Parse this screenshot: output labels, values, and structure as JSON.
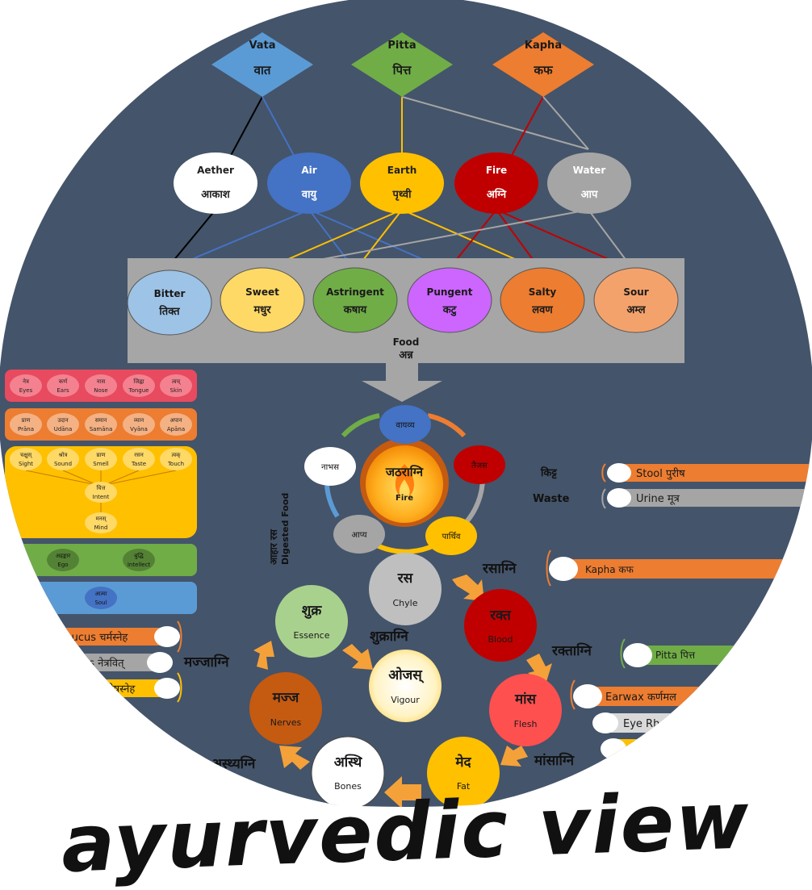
{
  "colors": {
    "background": "#44546a",
    "vata": "#5b9bd5",
    "pitta": "#70ad47",
    "kapha": "#ed7d31",
    "food_box": "#a6a6a6",
    "arrow_orange": "#f4a13a"
  },
  "doshas": [
    {
      "en": "Vata",
      "hi": "वात",
      "color": "#5b9bd5"
    },
    {
      "en": "Pitta",
      "hi": "पित्त",
      "color": "#70ad47"
    },
    {
      "en": "Kapha",
      "hi": "कफ",
      "color": "#ed7d31"
    }
  ],
  "elements": [
    {
      "en": "Aether",
      "hi": "आकाश",
      "color": "#ffffff",
      "text": "#222222"
    },
    {
      "en": "Air",
      "hi": "वायु",
      "color": "#4472c4",
      "text": "#ffffff"
    },
    {
      "en": "Earth",
      "hi": "पृथ्वी",
      "color": "#ffc000",
      "text": "#222222"
    },
    {
      "en": "Fire",
      "hi": "अग्नि",
      "color": "#c00000",
      "text": "#ffffff"
    },
    {
      "en": "Water",
      "hi": "आप",
      "color": "#a5a5a5",
      "text": "#ffffff"
    }
  ],
  "tastes": [
    {
      "en": "Bitter",
      "hi": "तिक्त",
      "color": "#9dc3e6"
    },
    {
      "en": "Sweet",
      "hi": "मधुर",
      "color": "#ffd966"
    },
    {
      "en": "Astringent",
      "hi": "कषाय",
      "color": "#70ad47"
    },
    {
      "en": "Pungent",
      "hi": "कटु",
      "color": "#cc66ff"
    },
    {
      "en": "Salty",
      "hi": "लवण",
      "color": "#ed7d31"
    },
    {
      "en": "Sour",
      "hi": "अम्ल",
      "color": "#f4a26b"
    }
  ],
  "food": {
    "en": "Food",
    "hi": "अन्न"
  },
  "senses": [
    {
      "hi": "नेत्र",
      "en": "Eyes"
    },
    {
      "hi": "कर्ण",
      "en": "Ears"
    },
    {
      "hi": "नास",
      "en": "Nose"
    },
    {
      "hi": "जिह्वा",
      "en": "Tongue"
    },
    {
      "hi": "त्वच्",
      "en": "Skin"
    }
  ],
  "pranas": [
    {
      "hi": "प्राण",
      "en": "Prāna"
    },
    {
      "hi": "उदान",
      "en": "Udāna"
    },
    {
      "hi": "समान",
      "en": "Samāna"
    },
    {
      "hi": "व्यान",
      "en": "Vyāna"
    },
    {
      "hi": "अपान",
      "en": "Apāna"
    }
  ],
  "perceptions": [
    {
      "hi": "चक्षुस्",
      "en": "Sight"
    },
    {
      "hi": "श्रोत्र",
      "en": "Sound"
    },
    {
      "hi": "घ्राण",
      "en": "Smell"
    },
    {
      "hi": "रसन",
      "en": "Taste"
    },
    {
      "hi": "त्वक्",
      "en": "Touch"
    }
  ],
  "chitta": {
    "hi": "चित्त",
    "en": "Intent"
  },
  "manas": {
    "hi": "मनस्",
    "en": "Mind"
  },
  "ego": {
    "hi": "अहङ्कार",
    "en": "Ego"
  },
  "buddhi": {
    "hi": "बुद्धि",
    "en": "Intellect"
  },
  "atma": {
    "hi": "आत्मा",
    "en": "Soul"
  },
  "agni_ring": {
    "vayavya": "वायव्य",
    "taijasa": "तैजस",
    "parthiva": "पार्थिव",
    "apya": "आप्य",
    "nabhasa": "नाभस",
    "center_hi": "जठराग्नि",
    "center_en": "Fire"
  },
  "digested": {
    "hi": "आहार रस",
    "en": "Digested Food"
  },
  "kitta": {
    "hi": "किट्ट",
    "en": "Waste"
  },
  "wastes": [
    {
      "label": "Stool पुरीष",
      "color": "#ed7d31"
    },
    {
      "label": "Urine मूत्र",
      "color": "#a5a5a5"
    }
  ],
  "dhatus": [
    {
      "hi": "रस",
      "en": "Chyle",
      "color": "#bfbfbf"
    },
    {
      "hi": "रक्त",
      "en": "Blood",
      "color": "#c00000"
    },
    {
      "hi": "मांस",
      "en": "Flesh",
      "color": "#ff5050"
    },
    {
      "hi": "मेद",
      "en": "Fat",
      "color": "#ffc000"
    },
    {
      "hi": "अस्थि",
      "en": "Bones",
      "color": "#ffffff"
    },
    {
      "hi": "मज्ज",
      "en": "Nerves",
      "color": "#c55a11"
    },
    {
      "hi": "शुक्र",
      "en": "Essence",
      "color": "#a9d18e"
    },
    {
      "hi": "ओजस्",
      "en": "Vigour",
      "color": "#fff2cc"
    }
  ],
  "agnis": {
    "rasa": "रसाग्नि",
    "rakta": "रक्ताग्नि",
    "mamsa": "मांसाग्नि",
    "asthi": "अस्थ्यग्नि",
    "majja": "मज्जाग्नि",
    "shukra": "शुक्राग्नि"
  },
  "malas_right": [
    {
      "label": "Kapha कफ",
      "color": "#ed7d31"
    },
    {
      "label": "Pitta पित्त",
      "color": "#70ad47"
    },
    {
      "label": "Earwax कर्णमल",
      "color": "#ed7d31"
    },
    {
      "label": "Eye Rh",
      "color": "#d9d9d9"
    }
  ],
  "malas_left": [
    {
      "label": "mucus चर्मस्नेह",
      "color": "#ed7d31"
    },
    {
      "label": "us नेत्रवित्",
      "color": "#a5a5a5"
    },
    {
      "label": "रीषस्नेह",
      "color": "#ffc000"
    }
  ],
  "title": "ayurvedic view"
}
